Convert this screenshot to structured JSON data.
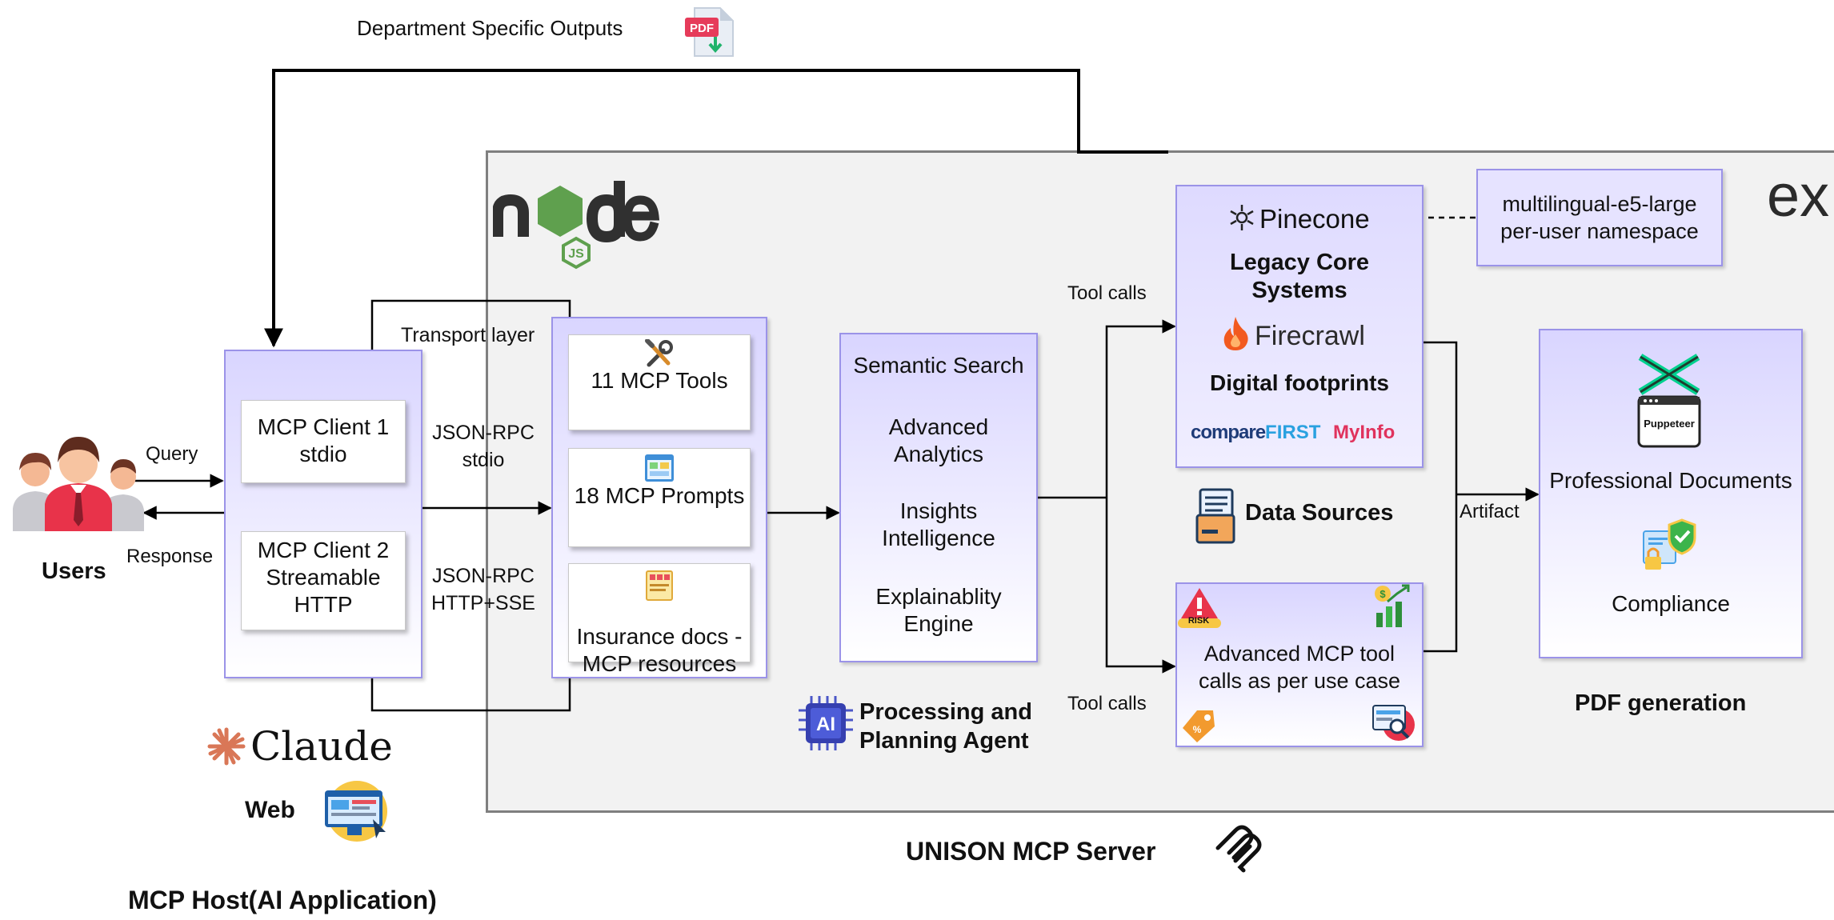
{
  "top_output": {
    "label": "Department Specific Outputs",
    "icon": "pdf-file-icon"
  },
  "users": {
    "label": "Users",
    "query_label": "Query",
    "response_label": "Response"
  },
  "host": {
    "client1": "MCP Client 1\nstdio",
    "client2": "MCP Client 2\nStreamable\nHTTP",
    "brand": "Claude",
    "web_label": "Web",
    "title": "MCP Host(AI Application)"
  },
  "transport": {
    "title": "Transport layer",
    "stdio": "JSON-RPC\nstdio",
    "http": "JSON-RPC\nHTTP+SSE"
  },
  "mcp_primitives": {
    "tools": "11 MCP Tools",
    "prompts": "18 MCP Prompts",
    "resources": "Insurance docs -\nMCP resources"
  },
  "agent": {
    "semantic": "Semantic Search",
    "analytics": "Advanced\nAnalytics",
    "insights": "Insights\nIntelligence",
    "explain": "Explainablity\nEngine",
    "caption": "Processing and\nPlanning Agent",
    "chip_text": "AI"
  },
  "tool_calls_top": "Tool calls",
  "tool_calls_bottom": "Tool calls",
  "sources": {
    "pinecone": "Pinecone",
    "legacy": "Legacy Core\nSystems",
    "firecrawl": "Firecrawl",
    "digital": "Digital footprints",
    "comparefirst_a": "compare",
    "comparefirst_b": "FIRST",
    "myinfo": "MyInfo",
    "caption": "Data Sources"
  },
  "embedding": {
    "text": "multilingual-e5-large\nper-user namespace"
  },
  "advanced_tools": {
    "text": "Advanced MCP tool\ncalls as per use case",
    "risk_label": "RISK"
  },
  "artifact_label": "Artifact",
  "pdf_panel": {
    "puppeteer": "Puppeteer",
    "professional": "Professional Documents",
    "compliance": "Compliance",
    "caption": "PDF generation"
  },
  "corner_text": "ex",
  "server_title": "UNISON  MCP Server",
  "colors": {
    "panel_bg": "#f2f2f2",
    "box_border": "#9b93e8",
    "box_fill_top": "#d9d5ff",
    "node_green": "#5fa04e",
    "firecrawl_orange": "#f25a1f",
    "claude_orange": "#d97757",
    "myinfo_red": "#e0335d",
    "comparefirst_blue": "#2b5aa8"
  }
}
